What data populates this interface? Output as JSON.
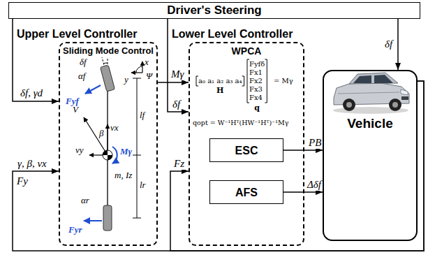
{
  "diagram": {
    "nodes": [
      {
        "text": [
          "Driver's Steering"
        ]
      },
      {
        "text": [
          "Upper Level Controller",
          "Sliding Mode Control"
        ]
      },
      {
        "text": [
          "Lower Level Controller",
          "WPCA"
        ]
      },
      {
        "text": [
          "ESC"
        ],
        "in": 2
      },
      {
        "text": [
          "AFS"
        ],
        "in": 2
      },
      {
        "text": [
          "Vehicle"
        ]
      }
    ],
    "edges": [
      {
        "from": 0,
        "to": 1,
        "label": "δf, γd",
        "arrow": "to"
      },
      {
        "from": 0,
        "to": 2,
        "label": "δf",
        "arrow": "to"
      },
      {
        "from": 0,
        "to": 5,
        "label": "δf",
        "arrow": "to"
      },
      {
        "from": 1,
        "to": 2,
        "label": "Mγ",
        "arrow": "to"
      },
      {
        "from": 3,
        "to": 5,
        "label": "PB",
        "arrow": "to"
      },
      {
        "from": 4,
        "to": 5,
        "label": "Δδf",
        "arrow": "to"
      },
      {
        "from": 5,
        "to": 1,
        "label": "γ, β, vx",
        "arrow": "to"
      },
      {
        "from": 5,
        "to": 2,
        "label": "Fz",
        "arrow": "to"
      }
    ],
    "labels": [
      "Fy",
      "δf",
      "αf",
      "Fyf",
      "V",
      "β",
      "vx",
      "vy",
      "Mγ",
      "m, Iz",
      "lf",
      "lr",
      "αr",
      "Fyr",
      "x",
      "y",
      "Ψ",
      "a₀ a₁ a₂ a₃ a₄",
      "H",
      "Fyfδ",
      "Fx1",
      "Fx2",
      "Fx3",
      "Fx4",
      "q",
      "= Mγ",
      "qopt = W⁻¹Hᵀ(HW⁻¹Hᵀ)⁻¹Mγ"
    ]
  }
}
